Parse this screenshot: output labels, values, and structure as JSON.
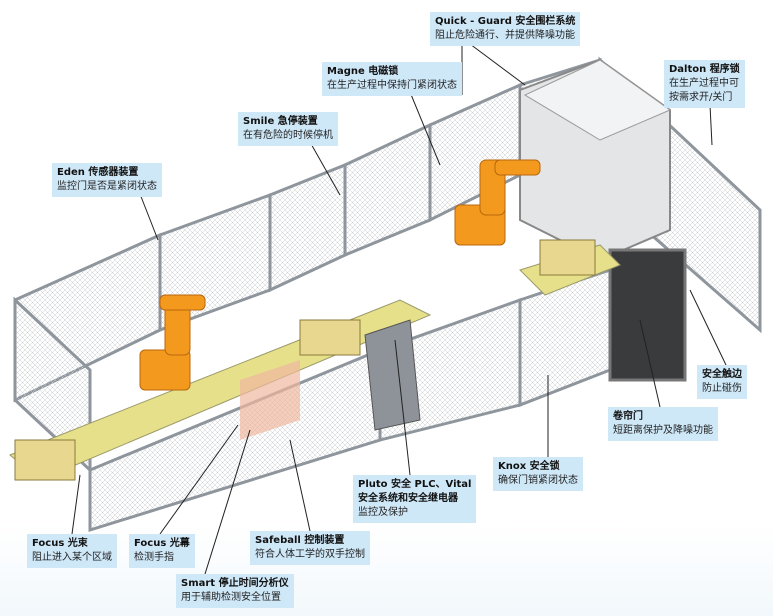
{
  "labels": {
    "quick_guard": {
      "title": "Quick - Guard 安全围栏系统",
      "desc": "阻止危险通行、并提供降噪功能"
    },
    "magne": {
      "title": "Magne 电磁锁",
      "desc": "在生产过程中保持门紧闭状态"
    },
    "dalton": {
      "title": "Dalton 程序锁",
      "desc1": "在生产过程中可",
      "desc2": "按需求开/关门"
    },
    "smile": {
      "title": "Smile 急停装置",
      "desc": "在有危险的时候停机"
    },
    "eden": {
      "title": "Eden 传感器装置",
      "desc": "监控门是否是紧闭状态"
    },
    "safety_edge": {
      "title": "安全触边",
      "desc": "防止碰伤"
    },
    "roller_door": {
      "title": "卷帘门",
      "desc": "短距离保护及降噪功能"
    },
    "knox": {
      "title": "Knox 安全锁",
      "desc": "确保门销紧闭状态"
    },
    "pluto": {
      "title1": "Pluto 安全 PLC、Vital",
      "title2": "安全系统和安全继电器",
      "desc": "监控及保护"
    },
    "focus_beam": {
      "title": "Focus 光束",
      "desc": "阻止进入某个区域"
    },
    "focus_curtain": {
      "title": "Focus 光幕",
      "desc": "检测手指"
    },
    "safeball": {
      "title": "Safeball 控制装置",
      "desc": "符合人体工学的双手控制"
    },
    "smart": {
      "title": "Smart 停止时间分析仪",
      "desc": "用于辅助检测安全位置"
    }
  },
  "colors": {
    "label_bg": "#cfe8f8",
    "robot": "#f39a1e",
    "fence": "#9aa0a6",
    "conveyor": "#e6e08a"
  }
}
